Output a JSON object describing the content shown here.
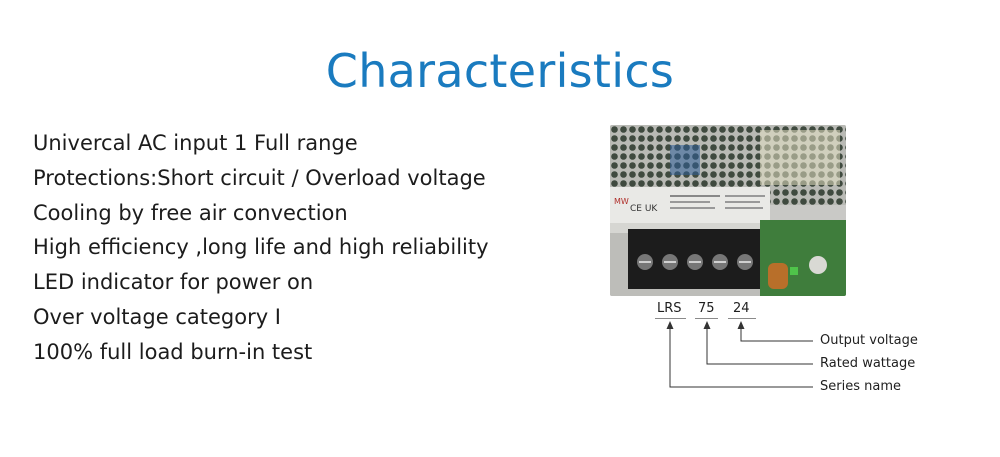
{
  "title": "Characteristics",
  "features": [
    "Univercal AC input 1 Full range",
    "Protections:Short circuit / Overload voltage",
    "Cooling by free air convection",
    "High efficiency ,long life and high reliability",
    "LED indicator for power on",
    "Over voltage category I",
    "100% full load burn-in test"
  ],
  "model_code": {
    "series": "LRS",
    "wattage": "75",
    "voltage": "24"
  },
  "legend": {
    "output_voltage": "Output voltage",
    "rated_wattage": "Rated wattage",
    "series_name": "Series name"
  },
  "colors": {
    "title": "#1a7bbf",
    "text": "#1c1c1c"
  }
}
